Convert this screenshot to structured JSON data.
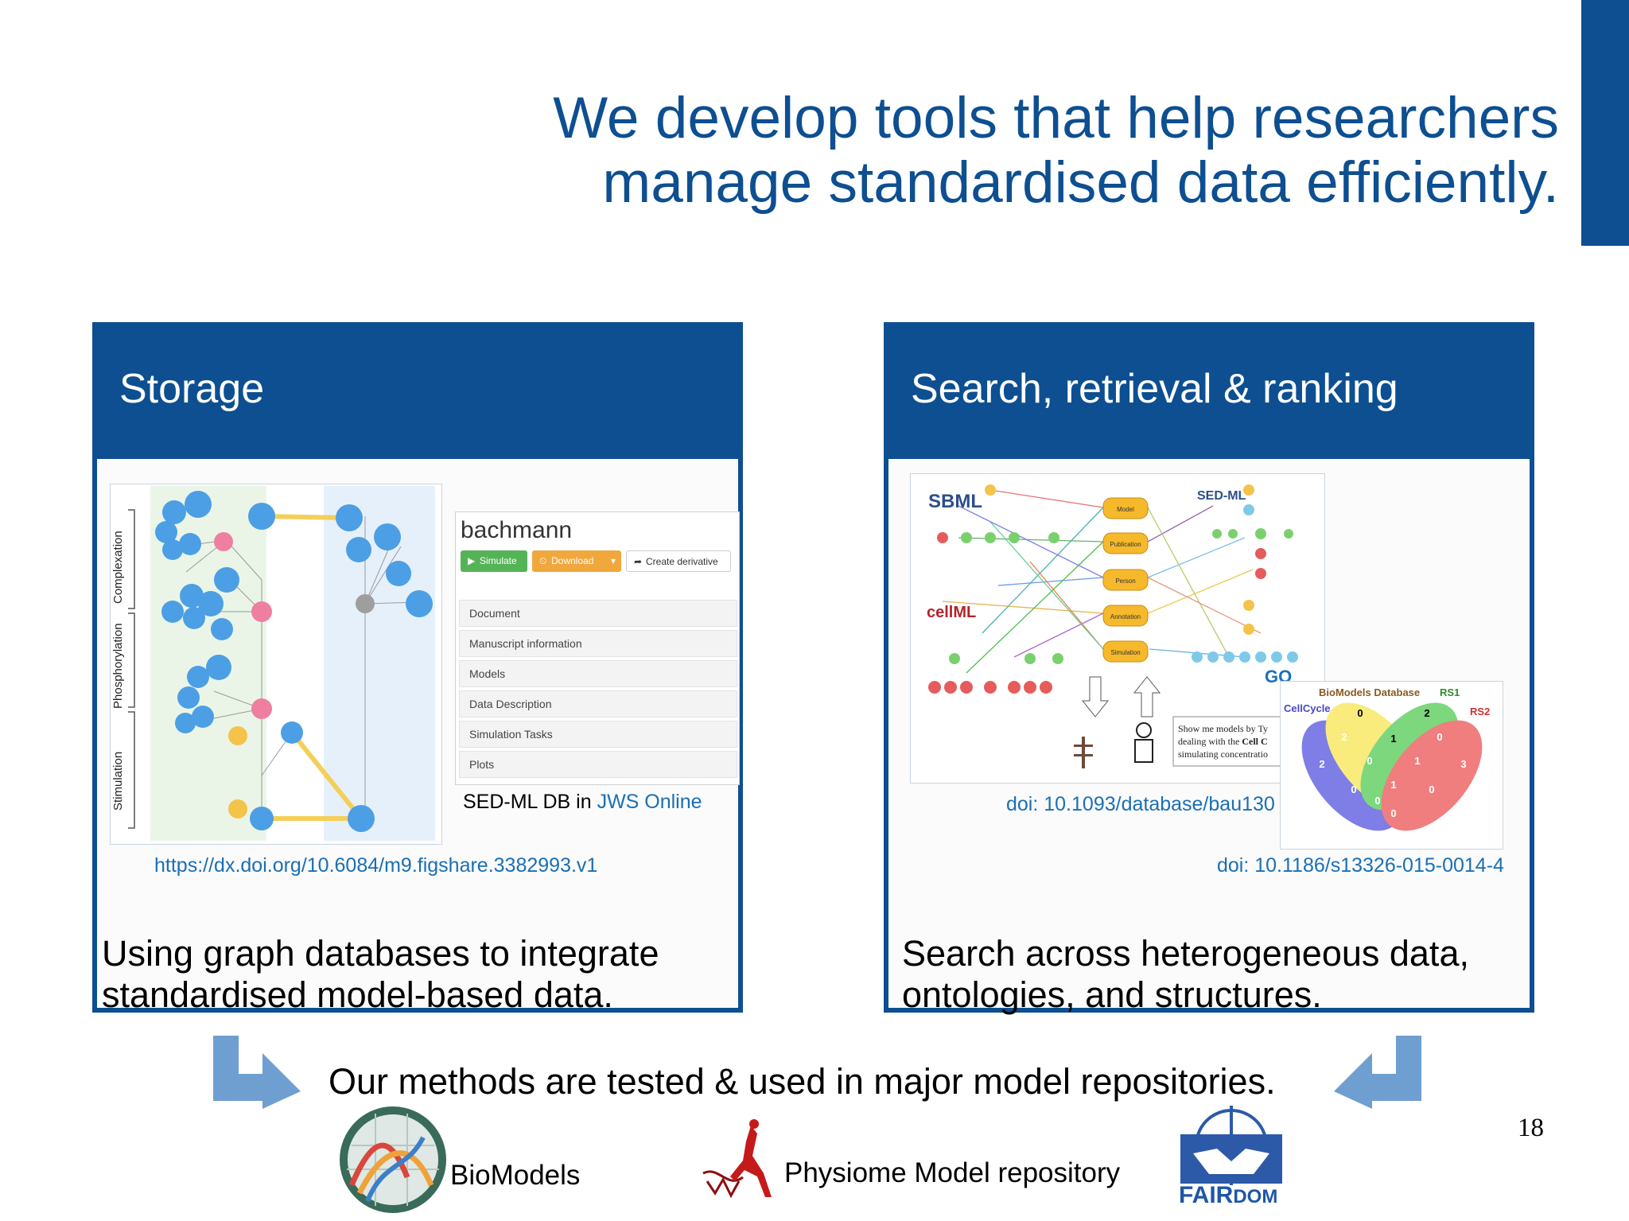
{
  "slide": {
    "title_line1": "We develop tools that help researchers",
    "title_line2": "manage standardised data efficiently.",
    "page_number": "18",
    "accent_color": "#0d4f91",
    "arrow_color": "#6e9fd0"
  },
  "storage": {
    "header": "Storage",
    "graph_axis_labels": [
      "Complexation",
      "Phosphorylation",
      "Stimulation"
    ],
    "sedml": {
      "title": "bachmann",
      "buttons": [
        "Simulate",
        "Download",
        "Create derivative"
      ],
      "rows": [
        "Document",
        "Manuscript information",
        "Models",
        "Data Description",
        "Simulation Tasks",
        "Plots"
      ]
    },
    "sedml_caption_prefix": "SED-ML DB in ",
    "sedml_caption_link": "JWS Online",
    "doi": "https://dx.doi.org/10.6084/m9.figshare.3382993.v1",
    "caption_line1": "Using graph databases to integrate",
    "caption_line2": "standardised model-based data."
  },
  "search": {
    "header": "Search, retrieval & ranking",
    "logos": [
      "SBML",
      "SED-ML",
      "cellML",
      "GO"
    ],
    "node_labels": [
      "Model",
      "Publication",
      "Person",
      "Annotation",
      "Simulation"
    ],
    "speech_line1": "Show me models by Ty",
    "speech_line2_prefix": "dealing with the ",
    "speech_line2_bold": "Cell C",
    "speech_line3": "simulating concentratio",
    "doi1": "doi: 10.1093/database/bau130",
    "venn": {
      "title": "BioModels Database",
      "labels": [
        "CellCycle",
        "RS1",
        "RS2"
      ],
      "counts": [
        "0",
        "2",
        "2",
        "1",
        "0",
        "2",
        "0",
        "1",
        "3",
        "0",
        "1",
        "0",
        "0",
        "0"
      ]
    },
    "doi2": "doi: 10.1186/s13326-015-0014-4",
    "caption_line1": "Search across heterogeneous data,",
    "caption_line2": "ontologies, and structures."
  },
  "footer": {
    "statement": "Our methods are tested & used in major model repositories.",
    "biomodels": "BioModels",
    "physiome": "Physiome Model repository",
    "fairdom_bold": "FAIR",
    "fairdom_rest": "DOM"
  }
}
